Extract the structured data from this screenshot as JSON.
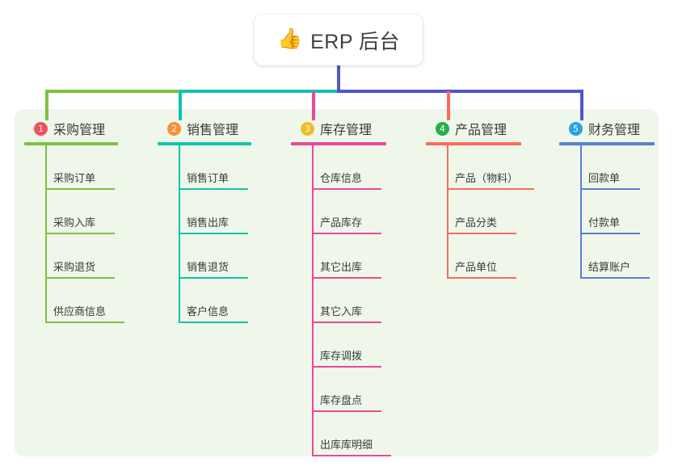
{
  "title": {
    "emoji": "👍",
    "emoji_name": "thumbs-up-icon",
    "text": "ERP 后台"
  },
  "colors": {
    "panel_bg": "#eef7e9",
    "trunk": "#4f57c6",
    "bus_left": "#7dc242",
    "bus_mid": "#12c2b0",
    "bus_right": "#4f57c6",
    "card_bg": "#ffffff",
    "text": "#3a3a3a"
  },
  "columns": [
    {
      "index": "1",
      "title": "采购管理",
      "badge_color": "#f44e5e",
      "line_color": "#7dc242",
      "drop_color": "#7dc242",
      "head_rule_width": 116,
      "items": [
        {
          "label": "采购订单",
          "rule_width": 86
        },
        {
          "label": "采购入库",
          "rule_width": 86
        },
        {
          "label": "采购退货",
          "rule_width": 86
        },
        {
          "label": "供应商信息",
          "rule_width": 98
        }
      ]
    },
    {
      "index": "2",
      "title": "销售管理",
      "badge_color": "#f79135",
      "line_color": "#12c2b0",
      "drop_color": "#12c2b0",
      "head_rule_width": 116,
      "items": [
        {
          "label": "销售订单",
          "rule_width": 86
        },
        {
          "label": "销售出库",
          "rule_width": 86
        },
        {
          "label": "销售退货",
          "rule_width": 86
        },
        {
          "label": "客户信息",
          "rule_width": 86
        }
      ]
    },
    {
      "index": "3",
      "title": "库存管理",
      "badge_color": "#f2bd2a",
      "line_color": "#ec4899",
      "drop_color": "#ec4899",
      "head_rule_width": 118,
      "items": [
        {
          "label": "仓库信息",
          "rule_width": 86
        },
        {
          "label": "产品库存",
          "rule_width": 86
        },
        {
          "label": "其它出库",
          "rule_width": 86
        },
        {
          "label": "其它入库",
          "rule_width": 86
        },
        {
          "label": "库存调拨",
          "rule_width": 86
        },
        {
          "label": "库存盘点",
          "rule_width": 86
        },
        {
          "label": "出库库明细",
          "rule_width": 98
        }
      ]
    },
    {
      "index": "4",
      "title": "产品管理",
      "badge_color": "#22b14c",
      "line_color": "#fb6b5b",
      "drop_color": "#fb6b5b",
      "head_rule_width": 118,
      "items": [
        {
          "label": "产品（物料）",
          "rule_width": 108
        },
        {
          "label": "产品分类",
          "rule_width": 86
        },
        {
          "label": "产品单位",
          "rule_width": 86
        }
      ]
    },
    {
      "index": "5",
      "title": "财务管理",
      "badge_color": "#28a3e8",
      "line_color": "#5b7fd4",
      "drop_color": "#4f57c6",
      "head_rule_width": 118,
      "items": [
        {
          "label": "回款单",
          "rule_width": 74
        },
        {
          "label": "付款单",
          "rule_width": 74
        },
        {
          "label": "结算账户",
          "rule_width": 86
        }
      ]
    }
  ]
}
